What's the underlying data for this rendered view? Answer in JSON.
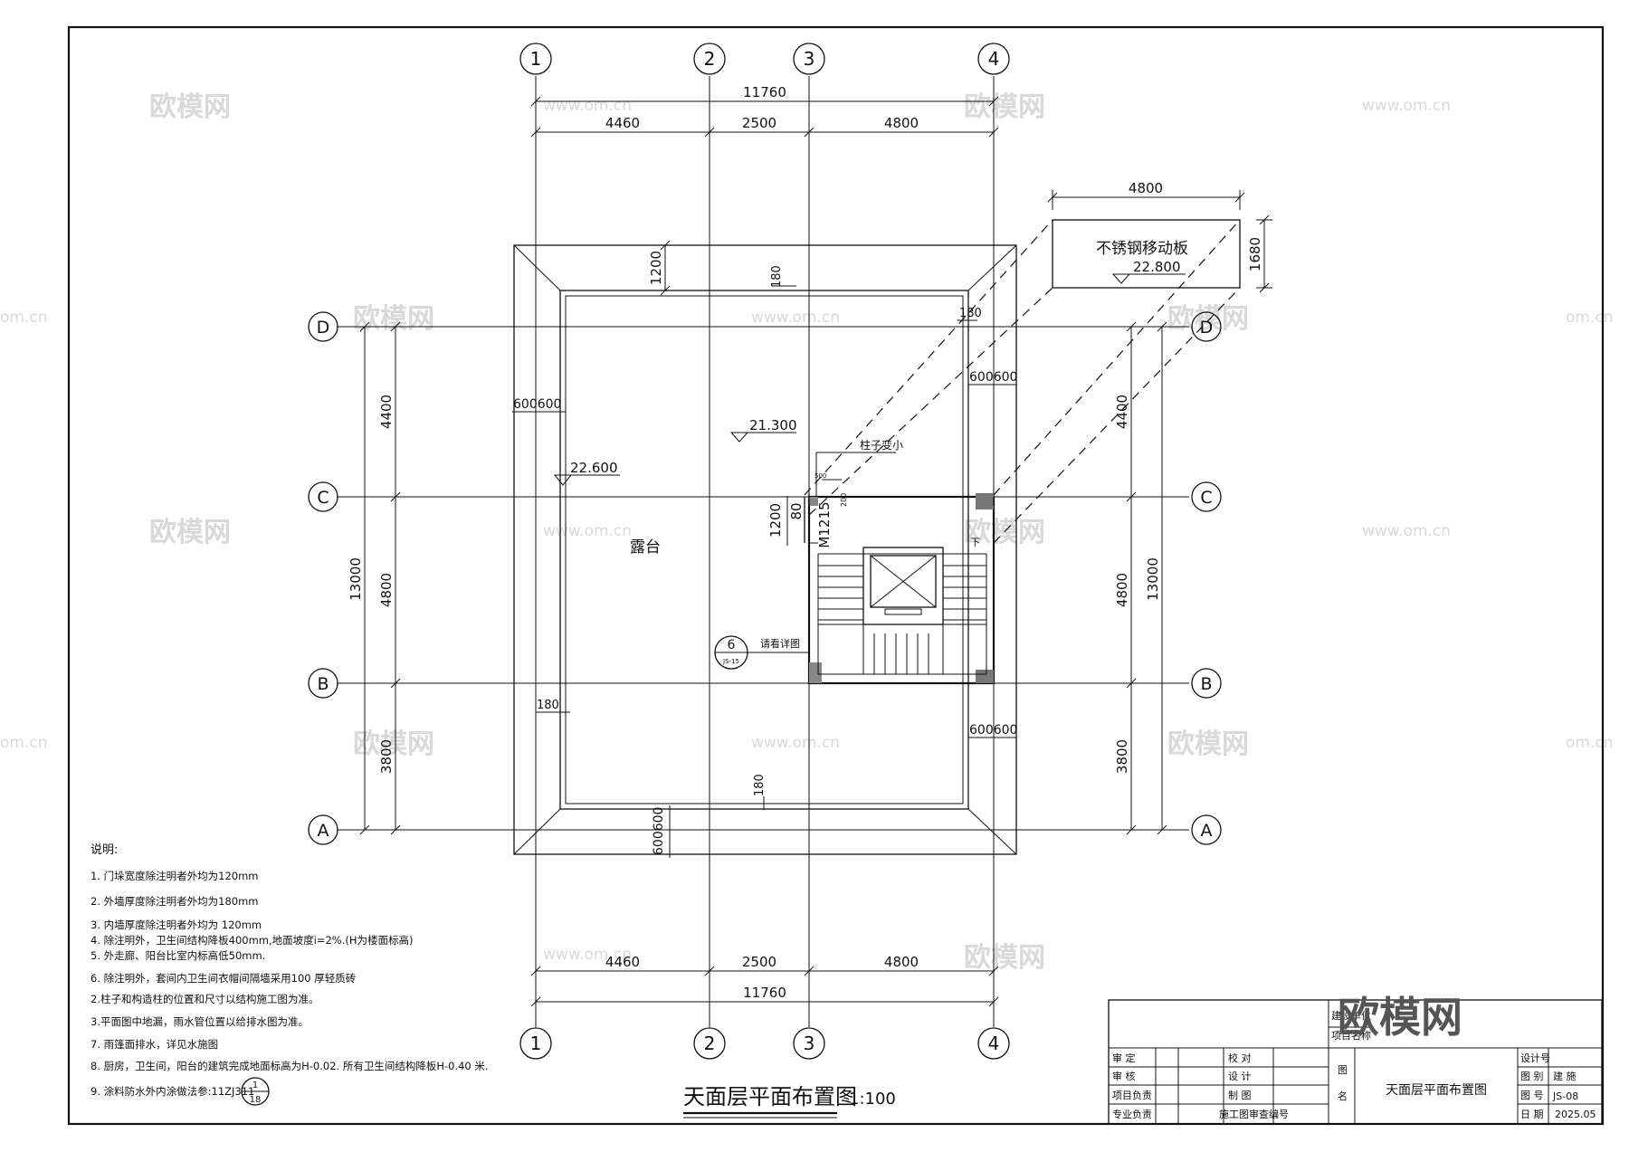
{
  "watermark": {
    "brand": "欧模网",
    "url": "www.om.cn",
    "url_short": "om.cn"
  },
  "axes": {
    "vertical": [
      "1",
      "2",
      "3",
      "4"
    ],
    "horizontal": [
      "A",
      "B",
      "C",
      "D"
    ]
  },
  "dimensions": {
    "top_total": "11760",
    "top_segments": [
      "4460",
      "2500",
      "4800"
    ],
    "bottom_total": "11760",
    "bottom_segments": [
      "4460",
      "2500",
      "4800"
    ],
    "left_total": "13000",
    "left_segments": [
      "3800",
      "4800",
      "4400"
    ],
    "right_total": "13000",
    "right_segments": [
      "3800",
      "4800",
      "4400"
    ],
    "eave_top": "1200",
    "eave_bottom": "600600",
    "side_left": "600600",
    "side_right_top": "600600",
    "side_right_bottom": "600600",
    "wall_180_a": "180",
    "wall_180_b": "180",
    "wall_180_c": "180",
    "wall_180_d": "180",
    "door_1200": "1200",
    "door_80": "80",
    "door_200": "200",
    "door_500": "500",
    "panel_width": "4800",
    "panel_height": "1680"
  },
  "labels": {
    "terrace": "露台",
    "elev_2130": "21.300",
    "elev_2260": "22.600",
    "elev_2280": "22.800",
    "panel": "不锈钢移动板",
    "column_note": "柱子变小",
    "door_code": "M1215",
    "detail_ref": "请看详图",
    "detail_no": "6",
    "detail_sheet": "JS-15",
    "stair_down": "下"
  },
  "notes": {
    "title": "说明:",
    "items": [
      "1. 门垛宽度除注明者外均为120mm",
      "2. 外墙厚度除注明者外均为180mm",
      "3. 内墙厚度除注明者外均为 120mm",
      "4. 除注明外，卫生间结构降板400mm,地面坡度i=2%.(H为楼面标高)",
      "5. 外走廊、阳台比室内标高低50mm.",
      "6. 除注明外，套间内卫生间衣帽间隔墙采用100 厚轻质砖",
      "2.柱子和构造柱的位置和尺寸以结构施工图为准。",
      "3.平面图中地漏，雨水管位置以给排水图为准。",
      "7. 雨篷面排水，详见水施图",
      "8. 厨房，卫生间，阳台的建筑完成地面标高为H-0.02. 所有卫生间结构降板H-0.40 米.",
      "9. 涂料防水外内涂做法参:11ZJ311"
    ],
    "ref_top": "1",
    "ref_bottom": "18"
  },
  "drawing_title": "天面层平面布置图",
  "drawing_scale": "1:100",
  "title_block": {
    "left_labels": [
      "审  定",
      "审  核",
      "项目负责",
      "专业负责"
    ],
    "mid_labels": [
      "校  对",
      "设  计",
      "制  图",
      "施工图审查编号"
    ],
    "unit_label": "建设单位",
    "project_label": "项目名称",
    "drawing_name_label": [
      "图",
      "名"
    ],
    "drawing_name": "天面层平面布置图",
    "design_no_label": "设计号",
    "category_label": "图  别",
    "category": "建 施",
    "sheet_label": "图  号",
    "sheet": "JS-08",
    "date_label": "日  期",
    "date": "2025.05"
  }
}
